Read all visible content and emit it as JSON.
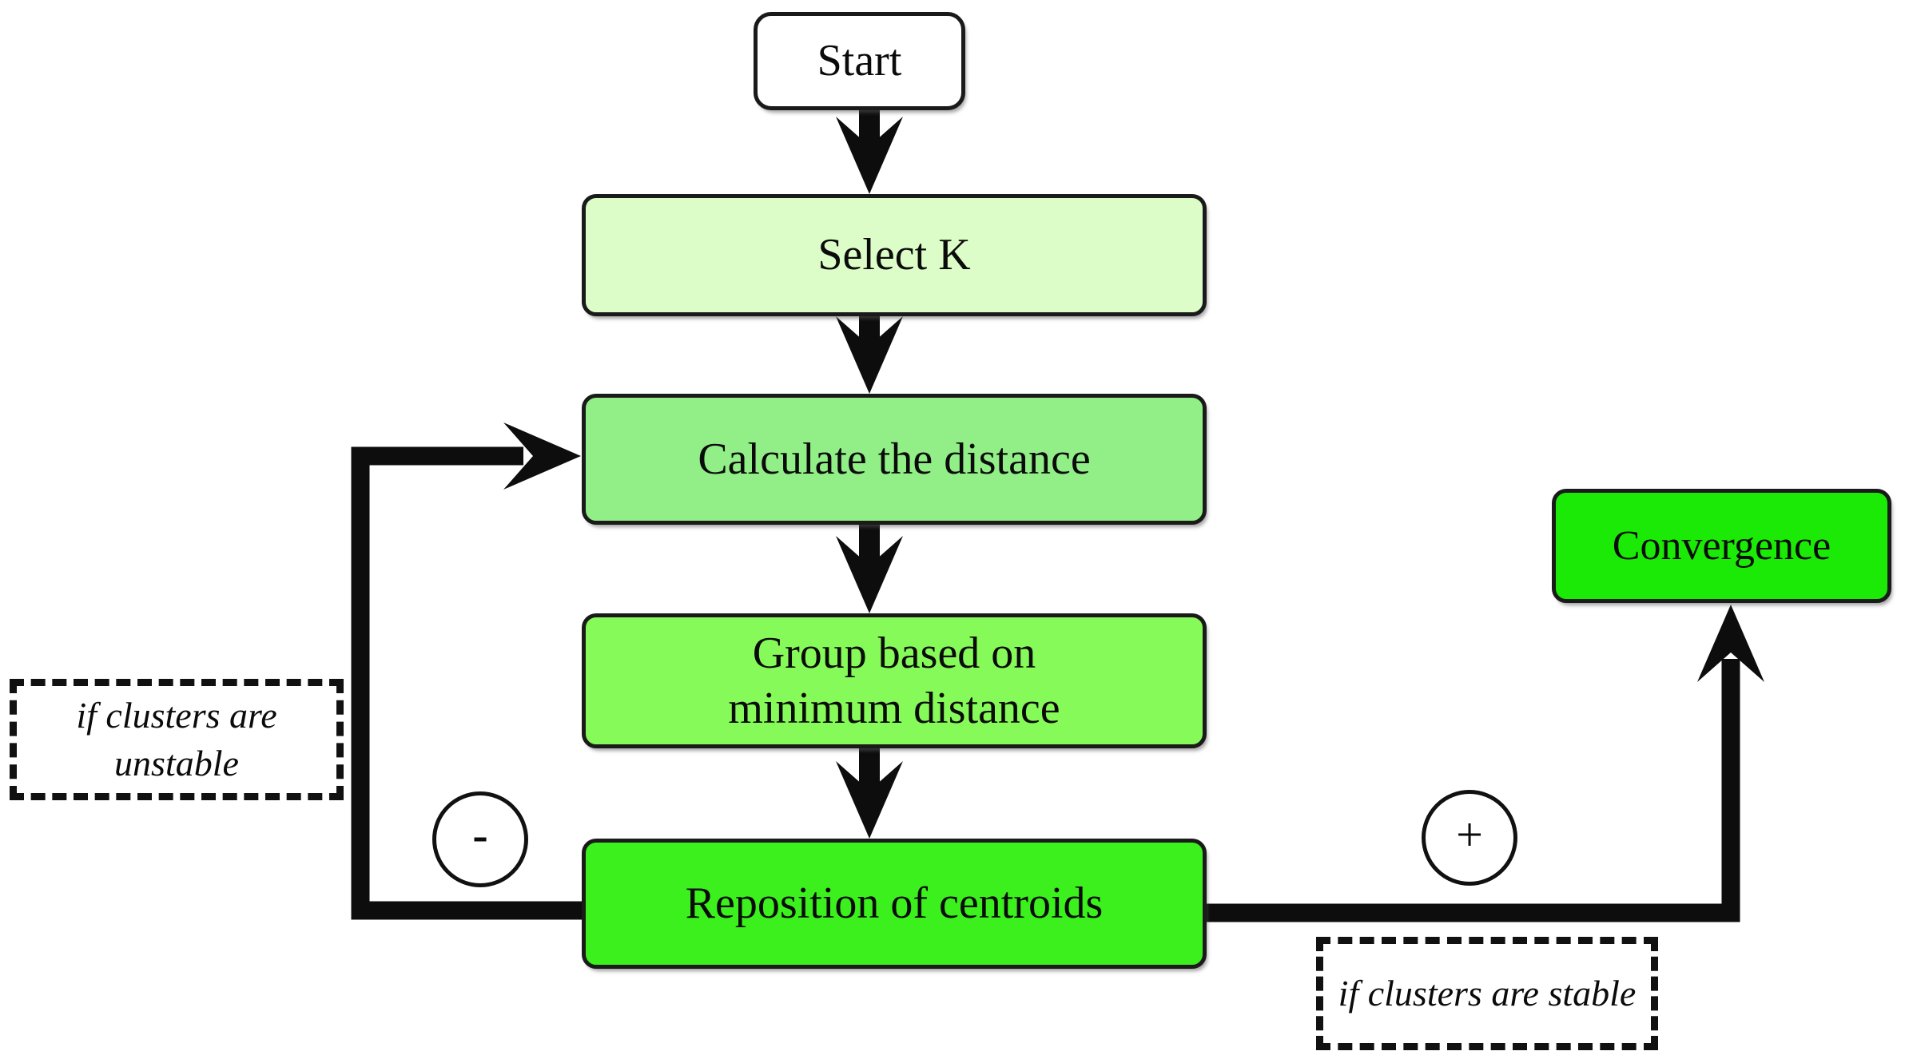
{
  "nodes": {
    "start": {
      "label": "Start",
      "fill": "#ffffff"
    },
    "select_k": {
      "label": "Select K",
      "fill": "#dcfdc7"
    },
    "calculate_distance": {
      "label": "Calculate the distance",
      "fill": "#92ef87"
    },
    "group_minimum": {
      "line1": "Group based on",
      "line2": "minimum distance",
      "fill": "#86fa58"
    },
    "reposition_centroids": {
      "label": "Reposition of centroids",
      "fill": "#3bf01c"
    },
    "convergence": {
      "label": "Convergence",
      "fill": "#1aea05"
    }
  },
  "conditions": {
    "unstable": {
      "line1": "if clusters are",
      "line2": "unstable",
      "sign": "-"
    },
    "stable": {
      "label": "if clusters are stable",
      "sign": "+"
    }
  },
  "edges": [
    {
      "from": "start",
      "to": "select_k"
    },
    {
      "from": "select_k",
      "to": "calculate_distance"
    },
    {
      "from": "calculate_distance",
      "to": "group_minimum"
    },
    {
      "from": "group_minimum",
      "to": "reposition_centroids"
    },
    {
      "from": "reposition_centroids",
      "to": "calculate_distance",
      "condition": "-",
      "note": "if clusters are unstable"
    },
    {
      "from": "reposition_centroids",
      "to": "convergence",
      "condition": "+",
      "note": "if clusters are stable"
    }
  ],
  "colors": {
    "background": "#ffffff",
    "box_border": "#1a1a1a",
    "arrow": "#0d0d0d",
    "text": "#0b0b0b"
  }
}
